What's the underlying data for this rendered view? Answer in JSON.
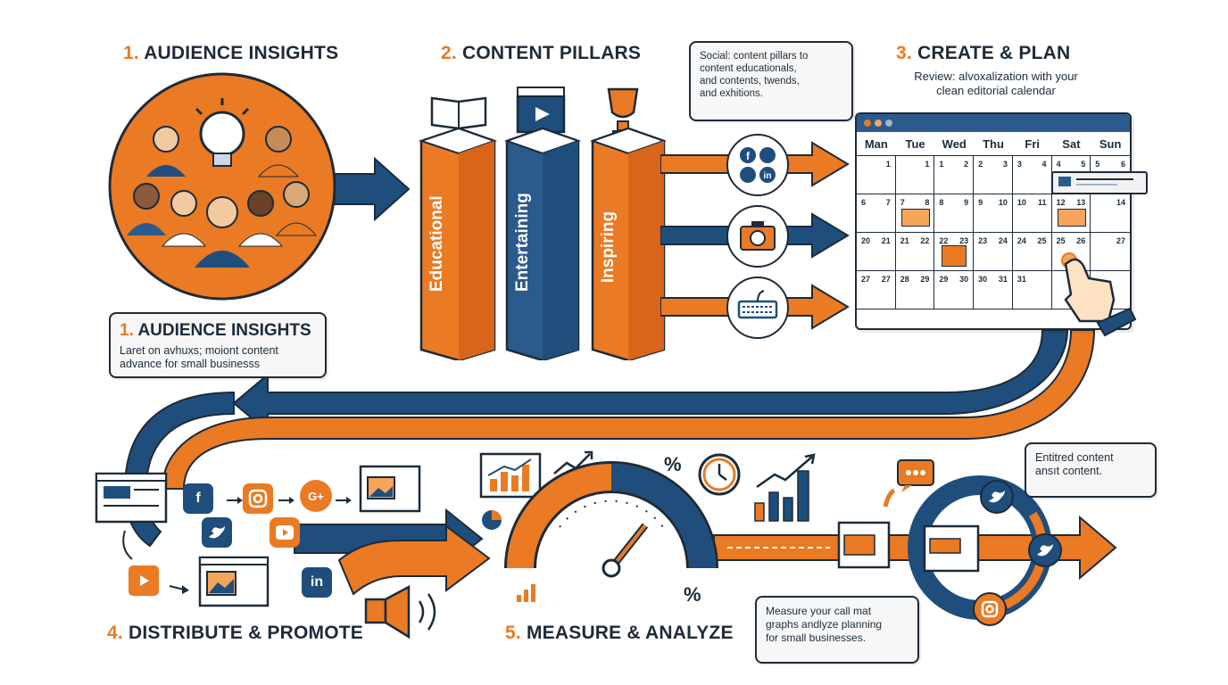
{
  "steps": {
    "s1": {
      "num": "1.",
      "title": "AUDIENCE INSIGHTS"
    },
    "s2": {
      "num": "2.",
      "title": "CONTENT PILLARS"
    },
    "s3": {
      "num": "3.",
      "title": "CREATE & PLAN",
      "subtitle_line1": "Review: alvoxalization with your",
      "subtitle_line2": "clean editorial calendar"
    },
    "s4": {
      "num": "4.",
      "title": "DISTRIBUTE & PROMOTE"
    },
    "s5": {
      "num": "5.",
      "title": "MEASURE & ANALYZE"
    }
  },
  "callouts": {
    "audience": {
      "title_num": "1.",
      "title": "AUDIENCE INSIGHTS",
      "line1": "Laret on avhuxs; moiont content",
      "line2": "advance for small businesss"
    },
    "social": {
      "line1": "Social: content pillars to",
      "line2": "content educationals,",
      "line3": "and contents, twends,",
      "line4": "and exhitions."
    },
    "measure": {
      "line1": "Measure your call mat",
      "line2": "graphs andlyze planning",
      "line3": "for small businesses."
    },
    "entitled": {
      "line1": "Entitred content",
      "line2": "ansıt content."
    }
  },
  "pillars": [
    "Educational",
    "Entertaining",
    "Inspiring"
  ],
  "calendar": {
    "days": [
      "Man",
      "Tue",
      "Wed",
      "Thu",
      "Fri",
      "Sat",
      "Sun"
    ],
    "rows": [
      [
        [
          "",
          "1"
        ],
        [
          "",
          "1"
        ],
        [
          "1",
          "2"
        ],
        [
          "2",
          "3"
        ],
        [
          "3",
          "4"
        ],
        [
          "4",
          "5"
        ],
        [
          "5",
          "6"
        ]
      ],
      [
        [
          "6",
          "7"
        ],
        [
          "7",
          "8"
        ],
        [
          "8",
          "9"
        ],
        [
          "9",
          "10"
        ],
        [
          "10",
          "11"
        ],
        [
          "12",
          "13"
        ],
        [
          "",
          "14"
        ]
      ],
      [
        [
          "20",
          "21"
        ],
        [
          "21",
          "22"
        ],
        [
          "22",
          "23"
        ],
        [
          "23",
          "24"
        ],
        [
          "24",
          "25"
        ],
        [
          "25",
          "26"
        ],
        [
          "",
          "27"
        ]
      ],
      [
        [
          "27",
          "27"
        ],
        [
          "28",
          "29"
        ],
        [
          "29",
          "30"
        ],
        [
          "30",
          "31"
        ],
        [
          "31",
          ""
        ],
        [
          "",
          ""
        ],
        [
          "",
          ""
        ]
      ]
    ]
  },
  "gauge": {
    "percent_symbol": "%"
  },
  "social_labels": {
    "facebook": "f",
    "googleplus": "G+",
    "linkedin": "in"
  },
  "colors": {
    "orange": "#ea7a23",
    "navy": "#1f4e7d",
    "dark": "#1c2b3a",
    "lightorange": "#f5a55a"
  }
}
